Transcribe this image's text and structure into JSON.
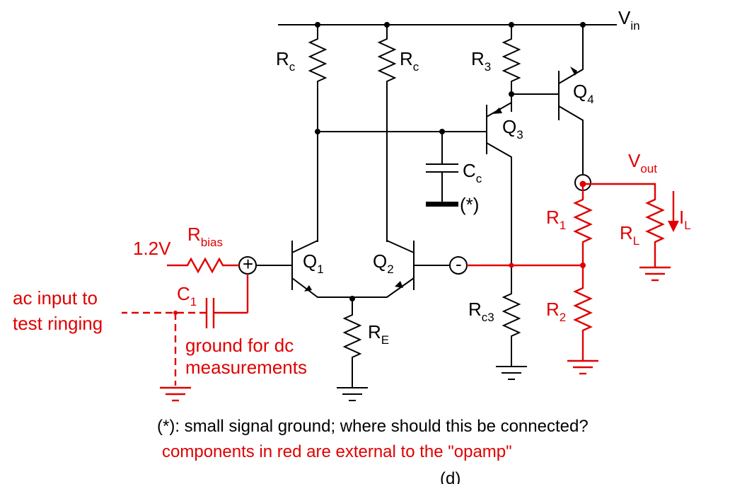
{
  "labels": {
    "vin": {
      "main": "V",
      "sub": "in"
    },
    "rc_left": {
      "main": "R",
      "sub": "c"
    },
    "rc_right": {
      "main": "R",
      "sub": "c"
    },
    "r3": {
      "main": "R",
      "sub": "3"
    },
    "q4": {
      "main": "Q",
      "sub": "4"
    },
    "q3": {
      "main": "Q",
      "sub": "3"
    },
    "cc": {
      "main": "C",
      "sub": "c"
    },
    "star": "(*)",
    "vout": {
      "main": "V",
      "sub": "out"
    },
    "r1": {
      "main": "R",
      "sub": "1"
    },
    "rl": {
      "main": "R",
      "sub": "L"
    },
    "il": {
      "main": "I",
      "sub": "L"
    },
    "rbias": {
      "main": "R",
      "sub": "bias"
    },
    "v12": "1.2V",
    "q1": {
      "main": "Q",
      "sub": "1"
    },
    "q2": {
      "main": "Q",
      "sub": "2"
    },
    "c1": {
      "main": "C",
      "sub": "1"
    },
    "rc3": {
      "main": "R",
      "sub": "c3"
    },
    "r2": {
      "main": "R",
      "sub": "2"
    },
    "re": {
      "main": "R",
      "sub": "E"
    },
    "plus": "+",
    "minus": "-",
    "ac_line1": "ac input to",
    "ac_line2": "test ringing",
    "gnd_line1": "ground for dc",
    "gnd_line2": "measurements"
  },
  "captions": {
    "note": "(*): small signal ground; where should this be connected?",
    "external": "components in red are external to the \"opamp\"",
    "figure": "(d)"
  },
  "colors": {
    "internal": "#000000",
    "external": "#e00000"
  }
}
